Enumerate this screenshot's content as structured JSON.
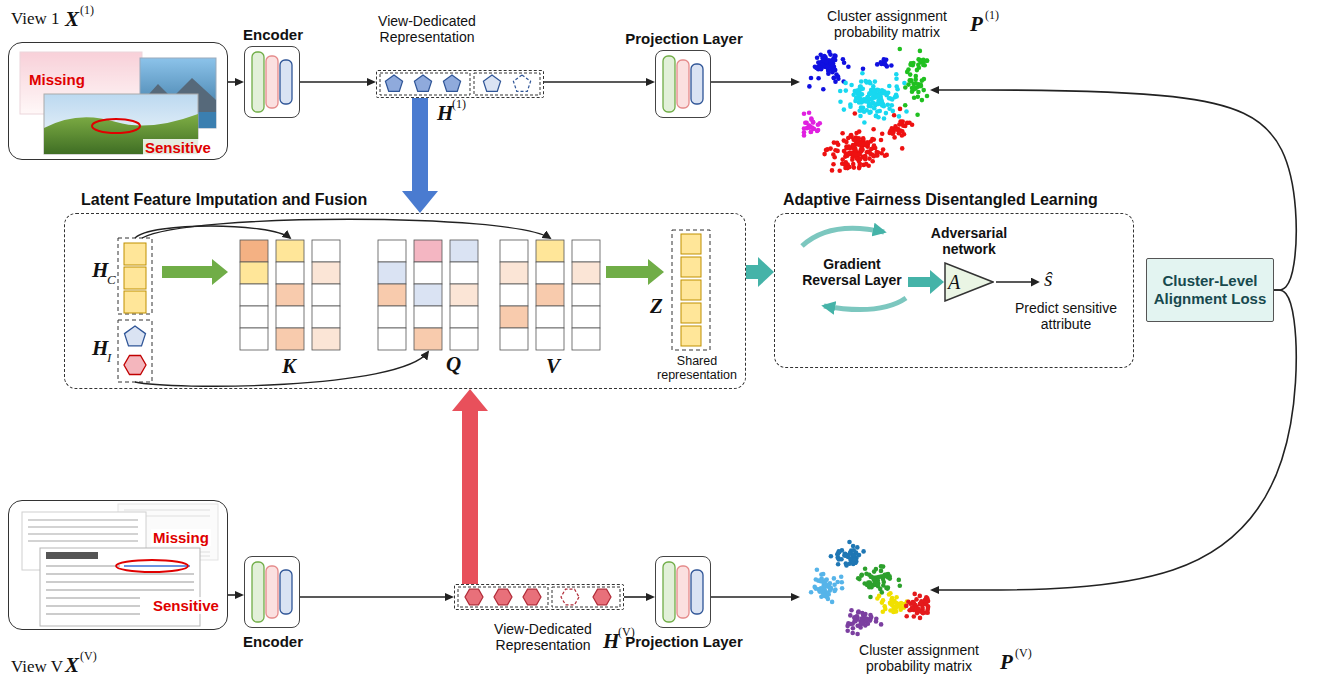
{
  "diagram": {
    "nodes": [
      {
        "text": [
          "View 1",
          "X",
          "(1)",
          "Missing",
          "Sensitive"
        ]
      },
      {
        "text": [
          "Encoder"
        ]
      },
      {
        "text": [
          "View-Dedicated Representation",
          "H",
          "(1)"
        ]
      },
      {
        "text": [
          "Projection Layer"
        ]
      },
      {
        "text": [
          "Cluster assignment probability matrix",
          "P",
          "(1)"
        ]
      },
      {
        "text": [
          "Latent Feature Imputation and Fusion"
        ]
      },
      {
        "text": [
          "Adaptive Fairness Disentangled Learning"
        ]
      },
      {
        "text": [
          "Gradient Reversal Layer"
        ],
        "in": 6
      },
      {
        "text": [
          "Adversarial network",
          "A"
        ],
        "in": 6
      },
      {
        "text": [
          "Cluster-Level Alignment Loss"
        ]
      },
      {
        "text": [
          "Missing",
          "Sensitive",
          "View V",
          "X",
          "(V)"
        ]
      },
      {
        "text": [
          "Encoder"
        ]
      },
      {
        "text": [
          "View-Dedicated Representation",
          "H",
          "(V)"
        ]
      },
      {
        "text": [
          "Projection Layer"
        ]
      },
      {
        "text": [
          "Cluster assignment probability matrix",
          "P",
          "(V)"
        ]
      }
    ],
    "edges": [
      {
        "from": 0,
        "to": 1,
        "arrow": "to"
      },
      {
        "from": 1,
        "to": 2,
        "arrow": "to"
      },
      {
        "from": 2,
        "to": 3,
        "arrow": "to"
      },
      {
        "from": 3,
        "to": 4,
        "arrow": "to"
      },
      {
        "from": 2,
        "to": 5,
        "arrow": "to"
      },
      {
        "from": 5,
        "to": 6,
        "arrow": "to"
      },
      {
        "from": 7,
        "to": 8,
        "arrow": "to"
      },
      {
        "from": 9,
        "to": 4,
        "arrow": "to"
      },
      {
        "from": 9,
        "to": 14,
        "arrow": "to"
      },
      {
        "from": 10,
        "to": 11,
        "arrow": "to"
      },
      {
        "from": 11,
        "to": 12,
        "arrow": "to"
      },
      {
        "from": 12,
        "to": 13,
        "arrow": "to"
      },
      {
        "from": 13,
        "to": 14,
        "arrow": "to"
      },
      {
        "from": 12,
        "to": 5,
        "arrow": "to"
      }
    ],
    "labels": [
      "H",
      "C",
      "H",
      "I",
      "K",
      "Q",
      "V",
      "Z",
      "Shared representation",
      "ŝ",
      "Predict sensitive attribute"
    ]
  }
}
